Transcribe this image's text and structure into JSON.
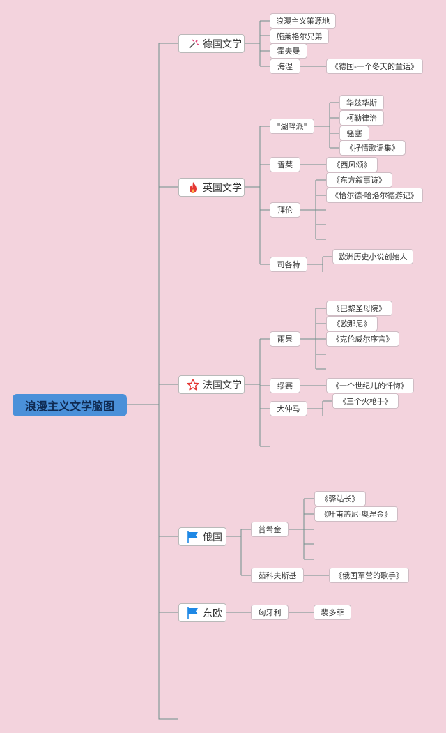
{
  "root": "浪漫主义文学脑图",
  "branches": {
    "germany": {
      "label": "德国文学",
      "icon": "magic-wand-icon",
      "items": [
        "浪漫主义策源地",
        "施莱格尔兄弟",
        "霍夫曼",
        "海涅"
      ],
      "heine_work": "《德国-一个冬天的童话》"
    },
    "england": {
      "label": "英国文学",
      "icon": "fire-icon",
      "lake_poets": {
        "label": "\"湖畔派\"",
        "members": [
          "华兹华斯",
          "柯勒律治",
          "骚塞",
          "《抒情歌谣集》"
        ]
      },
      "shelley": {
        "label": "雪莱",
        "works": [
          "《西风颂》"
        ]
      },
      "byron": {
        "label": "拜伦",
        "works": [
          "《东方叙事诗》",
          "《恰尔德·哈洛尔德游记》"
        ]
      },
      "scott": {
        "label": "司各特",
        "works": [
          "欧洲历史小说创始人"
        ]
      }
    },
    "france": {
      "label": "法国文学",
      "icon": "star-outline-icon",
      "hugo": {
        "label": "雨果",
        "works": [
          "《巴黎圣母院》",
          "《欧那尼》",
          "《克伦威尔序言》"
        ]
      },
      "musset": {
        "label": "缪赛",
        "works": [
          "《一个世纪儿的忏悔》"
        ]
      },
      "dumas": {
        "label": "大仲马",
        "works": [
          "《三个火枪手》"
        ]
      }
    },
    "russia": {
      "label": "俄国",
      "icon": "blue-flag-icon",
      "pushkin": {
        "label": "普希金",
        "works": [
          "《驿站长》",
          "《叶甫盖尼·奥涅金》"
        ]
      },
      "lermontov": {
        "label": "茹科夫斯基",
        "works": [
          "《俄国军营的歌手》"
        ]
      }
    },
    "east_europe": {
      "label": "东欧",
      "icon": "blue-flag-icon",
      "hungary": {
        "label": "匈牙利",
        "works": [
          "裴多菲"
        ]
      }
    }
  },
  "colors": {
    "background": "#f3d3dd",
    "root_fill": "#4a90d9",
    "connector": "#6f8f8a",
    "flag_blue": "#1e88e5",
    "fire_red": "#e53935",
    "star_red": "#e53935",
    "wand_pink": "#e0457b"
  }
}
